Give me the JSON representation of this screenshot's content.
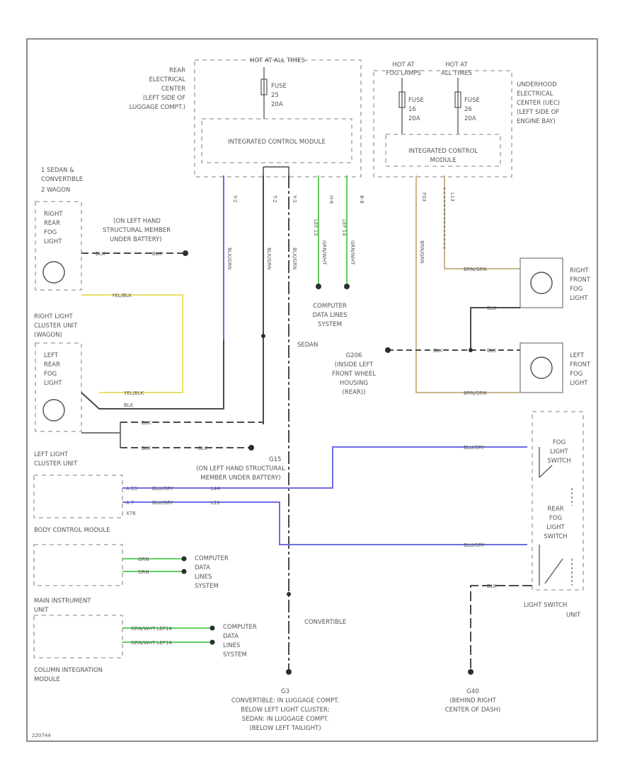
{
  "rear_center": {
    "hot": "HOT AT ALL TIMES",
    "name": [
      "REAR",
      "ELECTRICAL",
      "CENTER",
      "(LEFT SIDE OF",
      "LUGGAGE COMPT.)"
    ],
    "fuse": [
      "FUSE",
      "25",
      "20A"
    ]
  },
  "underhood_center": {
    "hot1": [
      "HOT AT",
      "FOG LAMPS"
    ],
    "hot2": [
      "HOT AT",
      "ALL TIMES"
    ],
    "name": [
      "UNDERHOOD",
      "ELECTRICAL",
      "CENTER (UEC)",
      "(LEFT SIDE OF",
      "ENGINE BAY)"
    ],
    "fuse1": [
      "FUSE",
      "16",
      "20A"
    ],
    "fuse2": [
      "FUSE",
      "26",
      "20A"
    ]
  },
  "icm_rear": "INTEGRATED CONTROL MODULE",
  "icm_front": [
    "INTEGRATED CONTROL",
    "MODULE"
  ],
  "icm_pins": [
    "Y-2",
    "T-2",
    "Y-3",
    "H-6",
    "B-8"
  ],
  "icm_front_pins": [
    "F03",
    "L13"
  ],
  "vertical_wire_labels": [
    "BLK/GRN",
    "BLK/GRN",
    "BLK/GRN",
    "GRN/WHT",
    "GRN/WHT"
  ],
  "can_labels": [
    "LEF 13",
    "LEF 14"
  ],
  "computer_data_top": [
    "COMPUTER",
    "DATA LINES",
    "SYSTEM"
  ],
  "legend": [
    "1  SEDAN &",
    "    CONVERTIBLE",
    "2  WAGON"
  ],
  "ground_upper": [
    "(ON LEFT HAND",
    "STRUCTURAL MEMBER",
    "UNDER BATTERY)"
  ],
  "right_rear_fog": [
    "RIGHT",
    "REAR",
    "FOG",
    "LIGHT"
  ],
  "left_rear_fog": [
    "LEFT",
    "REAR",
    "FOG",
    "LIGHT"
  ],
  "right_cluster": [
    "RIGHT LIGHT",
    "CLUSTER UNIT",
    "(WAGON)"
  ],
  "left_cluster": [
    "LEFT LIGHT",
    "CLUSTER UNIT"
  ],
  "wires": {
    "blk": "BLK",
    "yel_blk": "YEL/BLK",
    "brn_grn": "BRN/GRN",
    "blu_gry": "BLU/GRY",
    "grn": "GRN",
    "grn_wht": "GRN/WHT"
  },
  "sedan": "SEDAN",
  "convertible": "CONVERTIBLE",
  "g_mid": [
    "G206",
    "(INSIDE LEFT",
    "FRONT WHEEL",
    "HOUSING",
    "(REAR))"
  ],
  "right_front_fog": [
    "RIGHT",
    "FRONT",
    "FOG",
    "LIGHT"
  ],
  "left_front_fog": [
    "LEFT",
    "FRONT",
    "FOG",
    "LIGHT"
  ],
  "ground_lower": [
    "G15",
    "(ON LEFT HAND STRUCTURAL",
    "MEMBER UNDER BATTERY)"
  ],
  "fog_switch": [
    "FOG",
    "LIGHT",
    "SWITCH"
  ],
  "rear_fog_switch": [
    "REAR",
    "FOG",
    "LIGHT",
    "SWITCH"
  ],
  "light_switch_unit": [
    "LIGHT SWITCH",
    "UNIT"
  ],
  "bcm": "BODY CONTROL MODULE",
  "bcm_pins": [
    "A-26",
    "A-7"
  ],
  "bcm_wire_tags": [
    "L44",
    "L11"
  ],
  "bcm_connector": "X76",
  "computer_data_mid": [
    "COMPUTER",
    "DATA",
    "LINES",
    "SYSTEM"
  ],
  "main_instrument": [
    "MAIN INSTRUMENT",
    "UNIT"
  ],
  "computer_data_low": [
    "COMPUTER",
    "DATA",
    "LINES",
    "SYSTEM"
  ],
  "column_integration": [
    "COLUMN INTEGRATION",
    "MODULE"
  ],
  "cim_wires": [
    "GRN/WHT  LEF14",
    "GRN/WHT  LEF14"
  ],
  "g_bottom_left": [
    "G3",
    "CONVERTIBLE: IN LUGGAGE COMPT.",
    "BELOW LEFT LIGHT CLUSTER;",
    "SEDAN: IN LUGGAGE COMPT.",
    "(BELOW LEFT TAILIGHT)"
  ],
  "g_bottom_right": [
    "G40",
    "(BEHIND RIGHT",
    "CENTER OF DASH)"
  ],
  "drawing_id": "220744",
  "colors": {
    "blue": "#6d6de6",
    "yellow": "#e8e06a",
    "green": "#60d060",
    "tan": "#c8b88a",
    "black": "#4a4a4a",
    "frame": "#8c8c8c"
  }
}
